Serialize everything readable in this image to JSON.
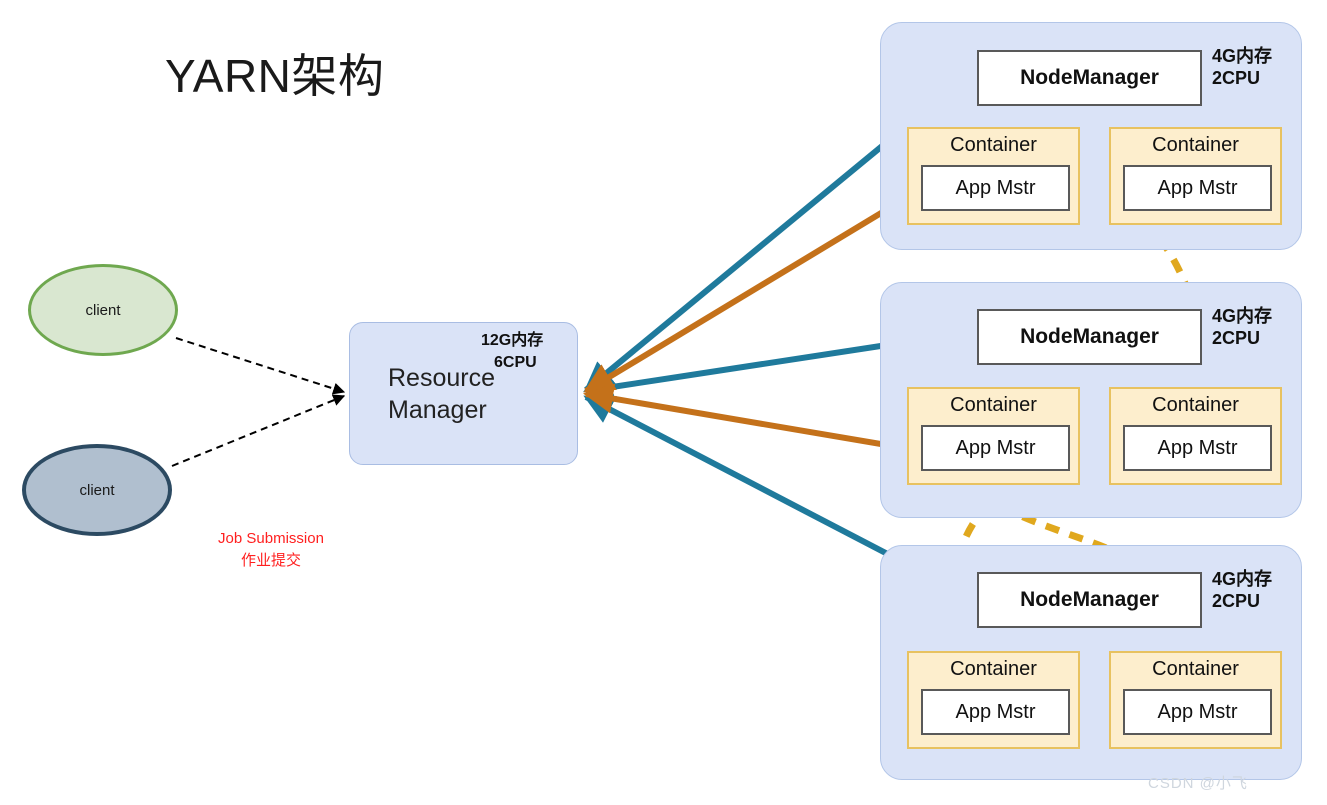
{
  "diagram": {
    "title": "YARN架构",
    "background": "#ffffff"
  },
  "clients": [
    {
      "label": "client",
      "fill": "#d9e7d0",
      "stroke": "#6fa84f"
    },
    {
      "label": "client",
      "fill": "#b0bfcf",
      "stroke": "#2c4a62"
    }
  ],
  "resource_manager": {
    "label": "Resource\nManager",
    "memory": "12G内存",
    "cpu": "6CPU",
    "fill": "#dae3f7",
    "stroke": "#a9bde3"
  },
  "job_submission": {
    "en": "Job Submission",
    "cn": "作业提交",
    "color": "#ff2020"
  },
  "node_panels": [
    {
      "node_manager": "NodeManager",
      "resources": "4G内存\n2CPU",
      "containers": [
        {
          "title": "Container",
          "app": "App Mstr"
        },
        {
          "title": "Container",
          "app": "App Mstr"
        }
      ]
    },
    {
      "node_manager": "NodeManager",
      "resources": "4G内存\n2CPU",
      "containers": [
        {
          "title": "Container",
          "app": "App Mstr"
        },
        {
          "title": "Container",
          "app": "App Mstr"
        }
      ]
    },
    {
      "node_manager": "NodeManager",
      "resources": "4G内存\n2CPU",
      "containers": [
        {
          "title": "Container",
          "app": "App Mstr"
        },
        {
          "title": "Container",
          "app": "App Mstr"
        }
      ]
    }
  ],
  "edge_colors": {
    "client_to_rm": "#000000",
    "rm_to_nodemanager": "#1f7a9c",
    "rm_to_appmaster": "#c4711a",
    "appmaster_chain": "#e0a81e"
  },
  "panel_style": {
    "panel_fill": "#dae3f7",
    "panel_stroke": "#b3c6e8",
    "container_fill": "#fdeecd",
    "container_stroke": "#e8c260",
    "box_fill": "#ffffff",
    "box_stroke": "#595959"
  },
  "watermark": "CSDN @小飞"
}
